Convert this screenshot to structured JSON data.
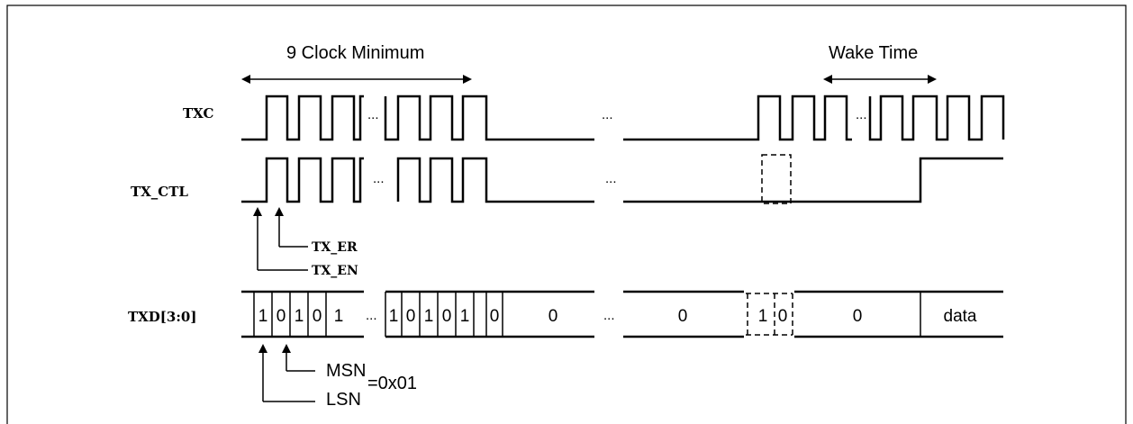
{
  "labels": {
    "nine_clock": "9 Clock Minimum",
    "wake_time": "Wake Time",
    "txc": "TXC",
    "tx_ctl": "TX_CTL",
    "tx_er": "TX_ER",
    "tx_en": "TX_EN",
    "txd": "TXD[3:0]",
    "msn": "MSN",
    "lsn": "LSN",
    "eq_value": "=0x01",
    "ellipsis": "..."
  },
  "txd_cells": {
    "b1": "1",
    "b2": "0",
    "b3": "1",
    "b4": "0",
    "b5": "1",
    "b6": "1",
    "b7": "0",
    "b8": "1",
    "b9": "0",
    "b10": "1",
    "b11": "0",
    "z1": "0",
    "z2": "0",
    "wake_1": "1",
    "wake_0": "0",
    "z3": "0",
    "data": "data"
  }
}
